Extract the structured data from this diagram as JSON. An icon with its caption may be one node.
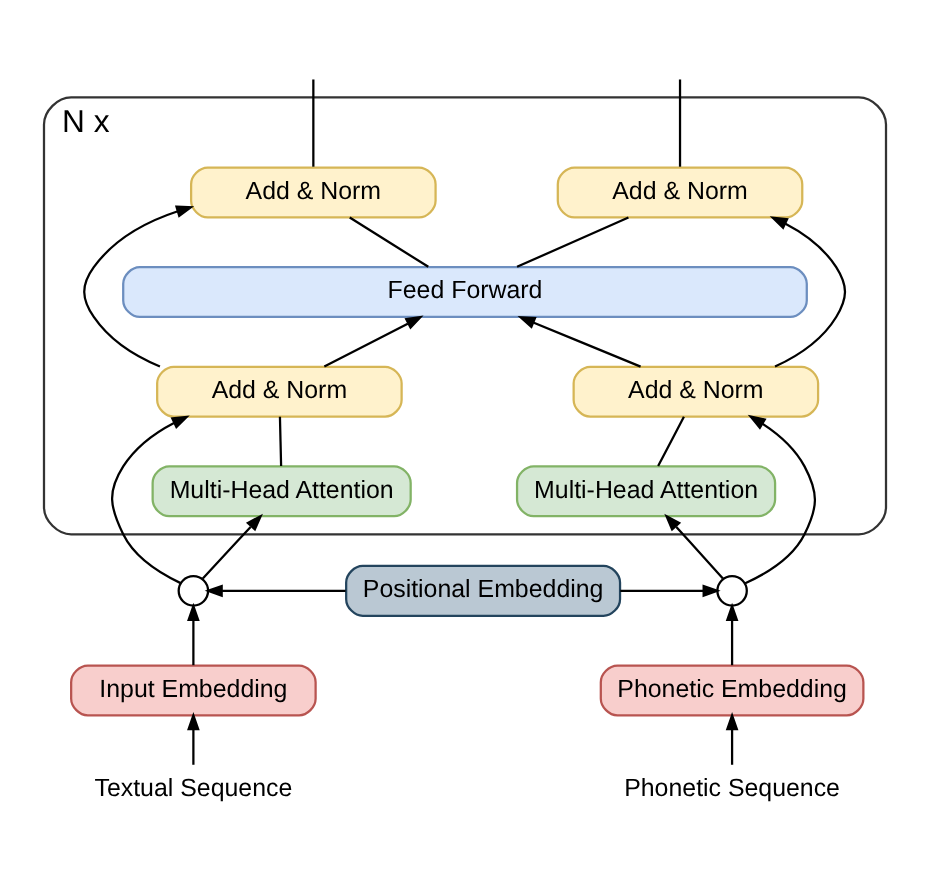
{
  "diagram": {
    "nodes": [
      {
        "text": [
          "N x"
        ]
      },
      {
        "text": [
          "Add & Norm"
        ],
        "in": 0
      },
      {
        "text": [
          "Add & Norm"
        ],
        "in": 0
      },
      {
        "text": [
          "Feed Forward"
        ],
        "in": 0
      },
      {
        "text": [
          "Add & Norm"
        ],
        "in": 0
      },
      {
        "text": [
          "Add & Norm"
        ],
        "in": 0
      },
      {
        "text": [
          "Multi-Head Attention"
        ],
        "in": 0
      },
      {
        "text": [
          "Multi-Head Attention"
        ],
        "in": 0
      },
      {
        "text": [],
        "shape": "circle"
      },
      {
        "text": [
          "Positional Embedding"
        ]
      },
      {
        "text": [],
        "shape": "circle"
      },
      {
        "text": [
          "Input Embedding"
        ]
      },
      {
        "text": [
          "Phonetic Embedding"
        ]
      },
      {
        "text": [
          "Textual Sequence"
        ]
      },
      {
        "text": [
          "Phonetic Sequence"
        ]
      }
    ],
    "edges": [
      {
        "from": 13,
        "to": 11,
        "arrow": "to"
      },
      {
        "from": 14,
        "to": 12,
        "arrow": "to"
      },
      {
        "from": 11,
        "to": 8,
        "arrow": "to"
      },
      {
        "from": 12,
        "to": 10,
        "arrow": "to"
      },
      {
        "from": 9,
        "to": 8,
        "arrow": "to"
      },
      {
        "from": 9,
        "to": 10,
        "arrow": "to"
      },
      {
        "from": 8,
        "to": 6,
        "arrow": "to"
      },
      {
        "from": 8,
        "to": 4,
        "arrow": "to"
      },
      {
        "from": 6,
        "to": 4,
        "arrow": "none"
      },
      {
        "from": 4,
        "to": 3,
        "arrow": "to"
      },
      {
        "from": 4,
        "to": 1,
        "arrow": "to"
      },
      {
        "from": 3,
        "to": 1,
        "arrow": "none"
      },
      {
        "from": 1,
        "to": null,
        "arrow": "none"
      },
      {
        "from": 10,
        "to": 7,
        "arrow": "to"
      },
      {
        "from": 10,
        "to": 5,
        "arrow": "to"
      },
      {
        "from": 7,
        "to": 5,
        "arrow": "none"
      },
      {
        "from": 5,
        "to": 3,
        "arrow": "to"
      },
      {
        "from": 5,
        "to": 2,
        "arrow": "to"
      },
      {
        "from": 3,
        "to": 2,
        "arrow": "none"
      },
      {
        "from": 2,
        "to": null,
        "arrow": "none"
      }
    ]
  }
}
